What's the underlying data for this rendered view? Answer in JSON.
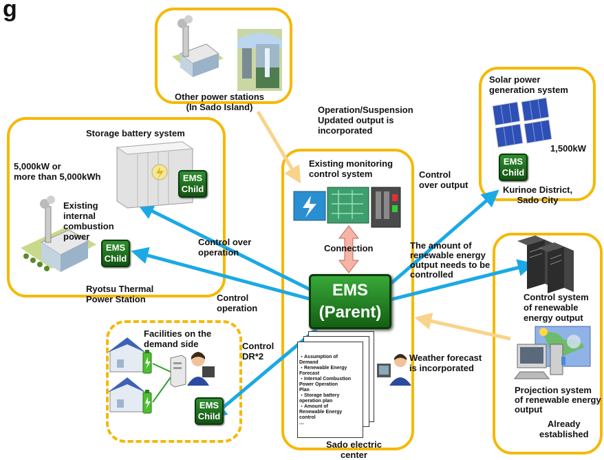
{
  "title_fragment": "g",
  "ems_parent": {
    "line1": "EMS",
    "line2": "(Parent)"
  },
  "ems_child": {
    "line1": "EMS",
    "line2": "Child"
  },
  "other_power": {
    "label": "Other power stations\n(In Sado Island)"
  },
  "op_suspension": {
    "label": "Operation/Suspension\nUpdated output is\nincorporated"
  },
  "solar": {
    "title": "Solar power\ngeneration system",
    "capacity": "1,500kW",
    "location": "Kurinoe District,\nSado City"
  },
  "storage": {
    "title": "Storage battery system",
    "capacity": "5,000kW or\nmore than 5,000kWh"
  },
  "combustion": {
    "label": "Existing\ninternal\ncombustion\npower"
  },
  "ryotsu": {
    "label": "Ryotsu Thermal\nPower Station"
  },
  "monitoring": {
    "label": "Existing monitoring\ncontrol system"
  },
  "connection": {
    "label": "Connection"
  },
  "control_output": {
    "label": "Control\nover output"
  },
  "control_over_operation": {
    "label": "Control over\noperation"
  },
  "control_operation": {
    "label": "Control\noperation"
  },
  "control_dr": {
    "label": "Control\nDR*2"
  },
  "renewable_amount": {
    "label": "The amount of\nrenewable  energy\noutput needs to be\ncontrolled"
  },
  "control_system": {
    "label": "Control system\nof renewable\nenergy output"
  },
  "projection": {
    "label": "Projection system\nof renewable energy\noutput"
  },
  "already": {
    "label": "Already\nestablished"
  },
  "weather": {
    "label": "Weather forecast\nis incorporated"
  },
  "demand": {
    "label": "Facilities on the\ndemand side"
  },
  "sado_center": {
    "label": "Sado electric\ncenter"
  },
  "documents": {
    "items": "・Assumption of\n  Demand\n・Renewable Energy\n  Forecast\n・Internal Combustion\n  Power Operation\n  Plan\n・Storage battery\n  operation plan\n・Amount of\n  Renewable Energy\n  control\n  …"
  },
  "colors": {
    "box_border": "#F5B800",
    "arrow_blue": "#1BA9E6",
    "arrow_peach": "#F9D38A",
    "connection_pink": "#F6B3A6",
    "ems_green": "#1E7A1E"
  },
  "icons": [
    "factory-icon",
    "dam-icon",
    "solar-panel-icon",
    "battery-container-icon",
    "house-solar-icon",
    "battery-icon",
    "server-icon",
    "operator-icon",
    "control-panel-icon"
  ]
}
